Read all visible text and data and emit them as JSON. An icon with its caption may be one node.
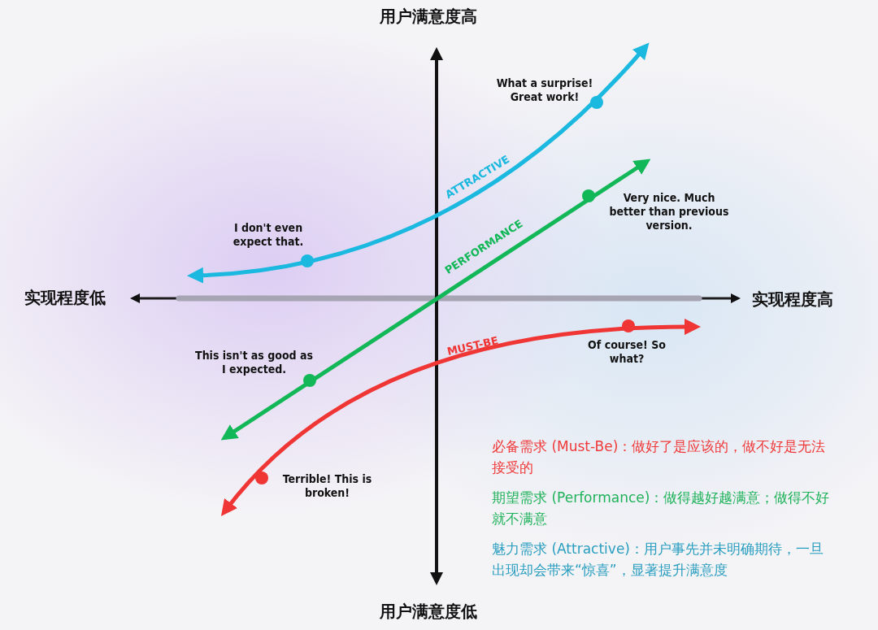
{
  "diagram": {
    "labels": [
      "用户满意度高",
      "What a surprise! Great work!",
      "ATTRACTIVE",
      "Very nice. Much better than previous version.",
      "I don't even expect that.",
      "PERFORMANCE",
      "实现程度低",
      "实现程度高",
      "MUST-BE",
      "This isn't as good as I expected.",
      "Of course! So what?",
      "必备需求 (Must-Be)：做好了是应该的，做不好是无法接受的",
      "Terrible! This is broken!",
      "期望需求 (Performance)：做得越好越满意；做得不好就不满意",
      "魅力需求 (Attractive)：用户事先并未明确期待，一旦出现却会带来“惊喜”，显著提升满意度",
      "用户满意度低"
    ]
  }
}
